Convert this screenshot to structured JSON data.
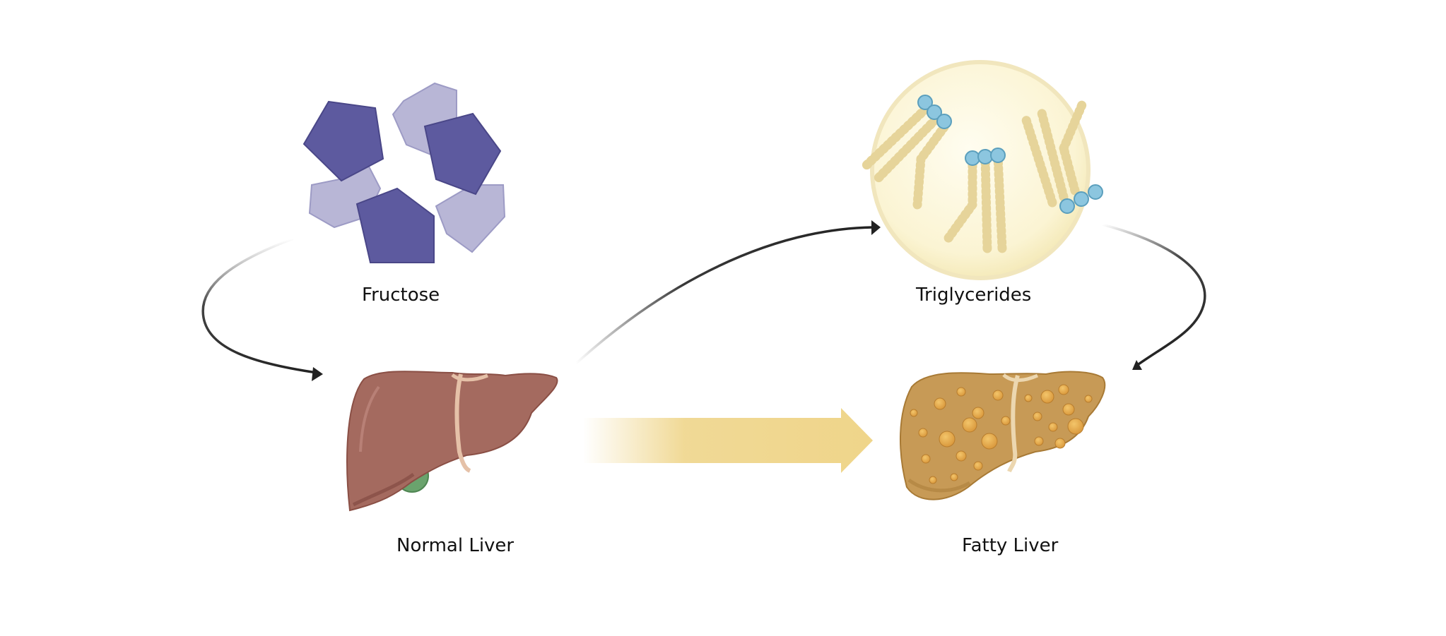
{
  "labels": {
    "fructose": "Fructose",
    "triglycerides": "Triglycerides",
    "normal_liver": "Normal Liver",
    "fatty_liver": "Fatty Liver"
  },
  "colors": {
    "fructose_dark": "#5d5a9f",
    "fructose_light": "#b8b6d6",
    "normal_liver": "#a46a5f",
    "fatty_liver": "#c79a56",
    "gallbladder": "#6aa36d",
    "triglyceride_head": "#8cc6df",
    "triglyceride_chain": "#e6d49a",
    "droplet_fill": "#fbf6dc",
    "progress_arrow": "#efd58a",
    "arrow": "#222222"
  }
}
